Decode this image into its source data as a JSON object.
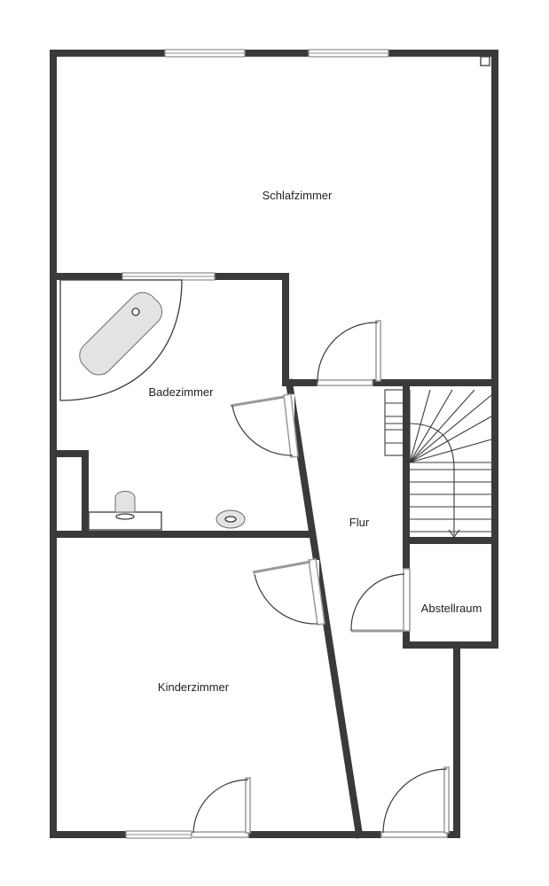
{
  "rooms": {
    "schlafzimmer": "Schlafzimmer",
    "badezimmer": "Badezimmer",
    "flur": "Flur",
    "abstellraum": "Abstellraum",
    "kinderzimmer": "Kinderzimmer"
  },
  "colors": {
    "wall": "#3a3a3a",
    "fixture": "#e3e3e3",
    "background": "#ffffff"
  }
}
